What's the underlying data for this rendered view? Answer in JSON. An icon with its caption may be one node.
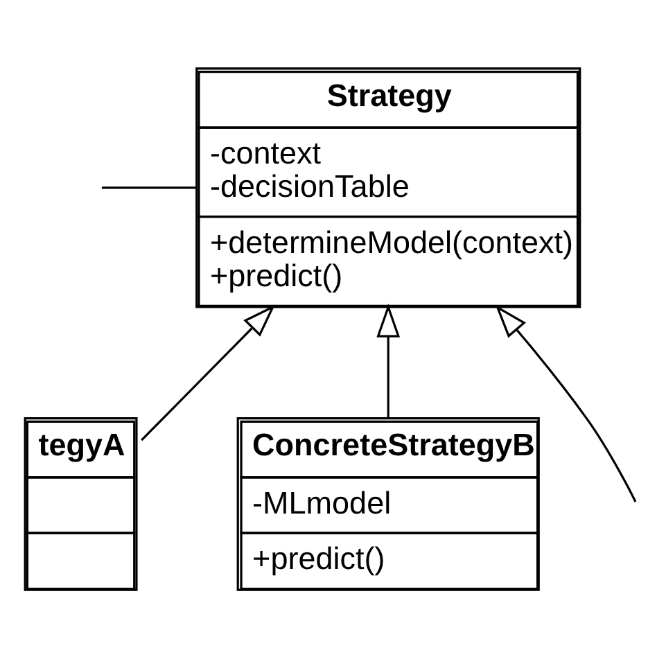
{
  "diagram": {
    "nodes": [
      {
        "text": [
          "Strategy",
          "-context -decisionTable",
          "+determineModel(context) +predict()"
        ]
      },
      {
        "text": [
          "tegyA"
        ]
      },
      {
        "text": [
          "ConcreteStrategyB",
          "-MLmodel",
          "+predict()"
        ]
      }
    ],
    "edges": [
      {
        "from": null,
        "to": 0,
        "arrow": "to"
      },
      {
        "from": 1,
        "to": 0,
        "arrow": "to"
      },
      {
        "from": 2,
        "to": 0,
        "arrow": "to"
      },
      {
        "from": null,
        "to": 0,
        "arrow": "none"
      }
    ]
  }
}
